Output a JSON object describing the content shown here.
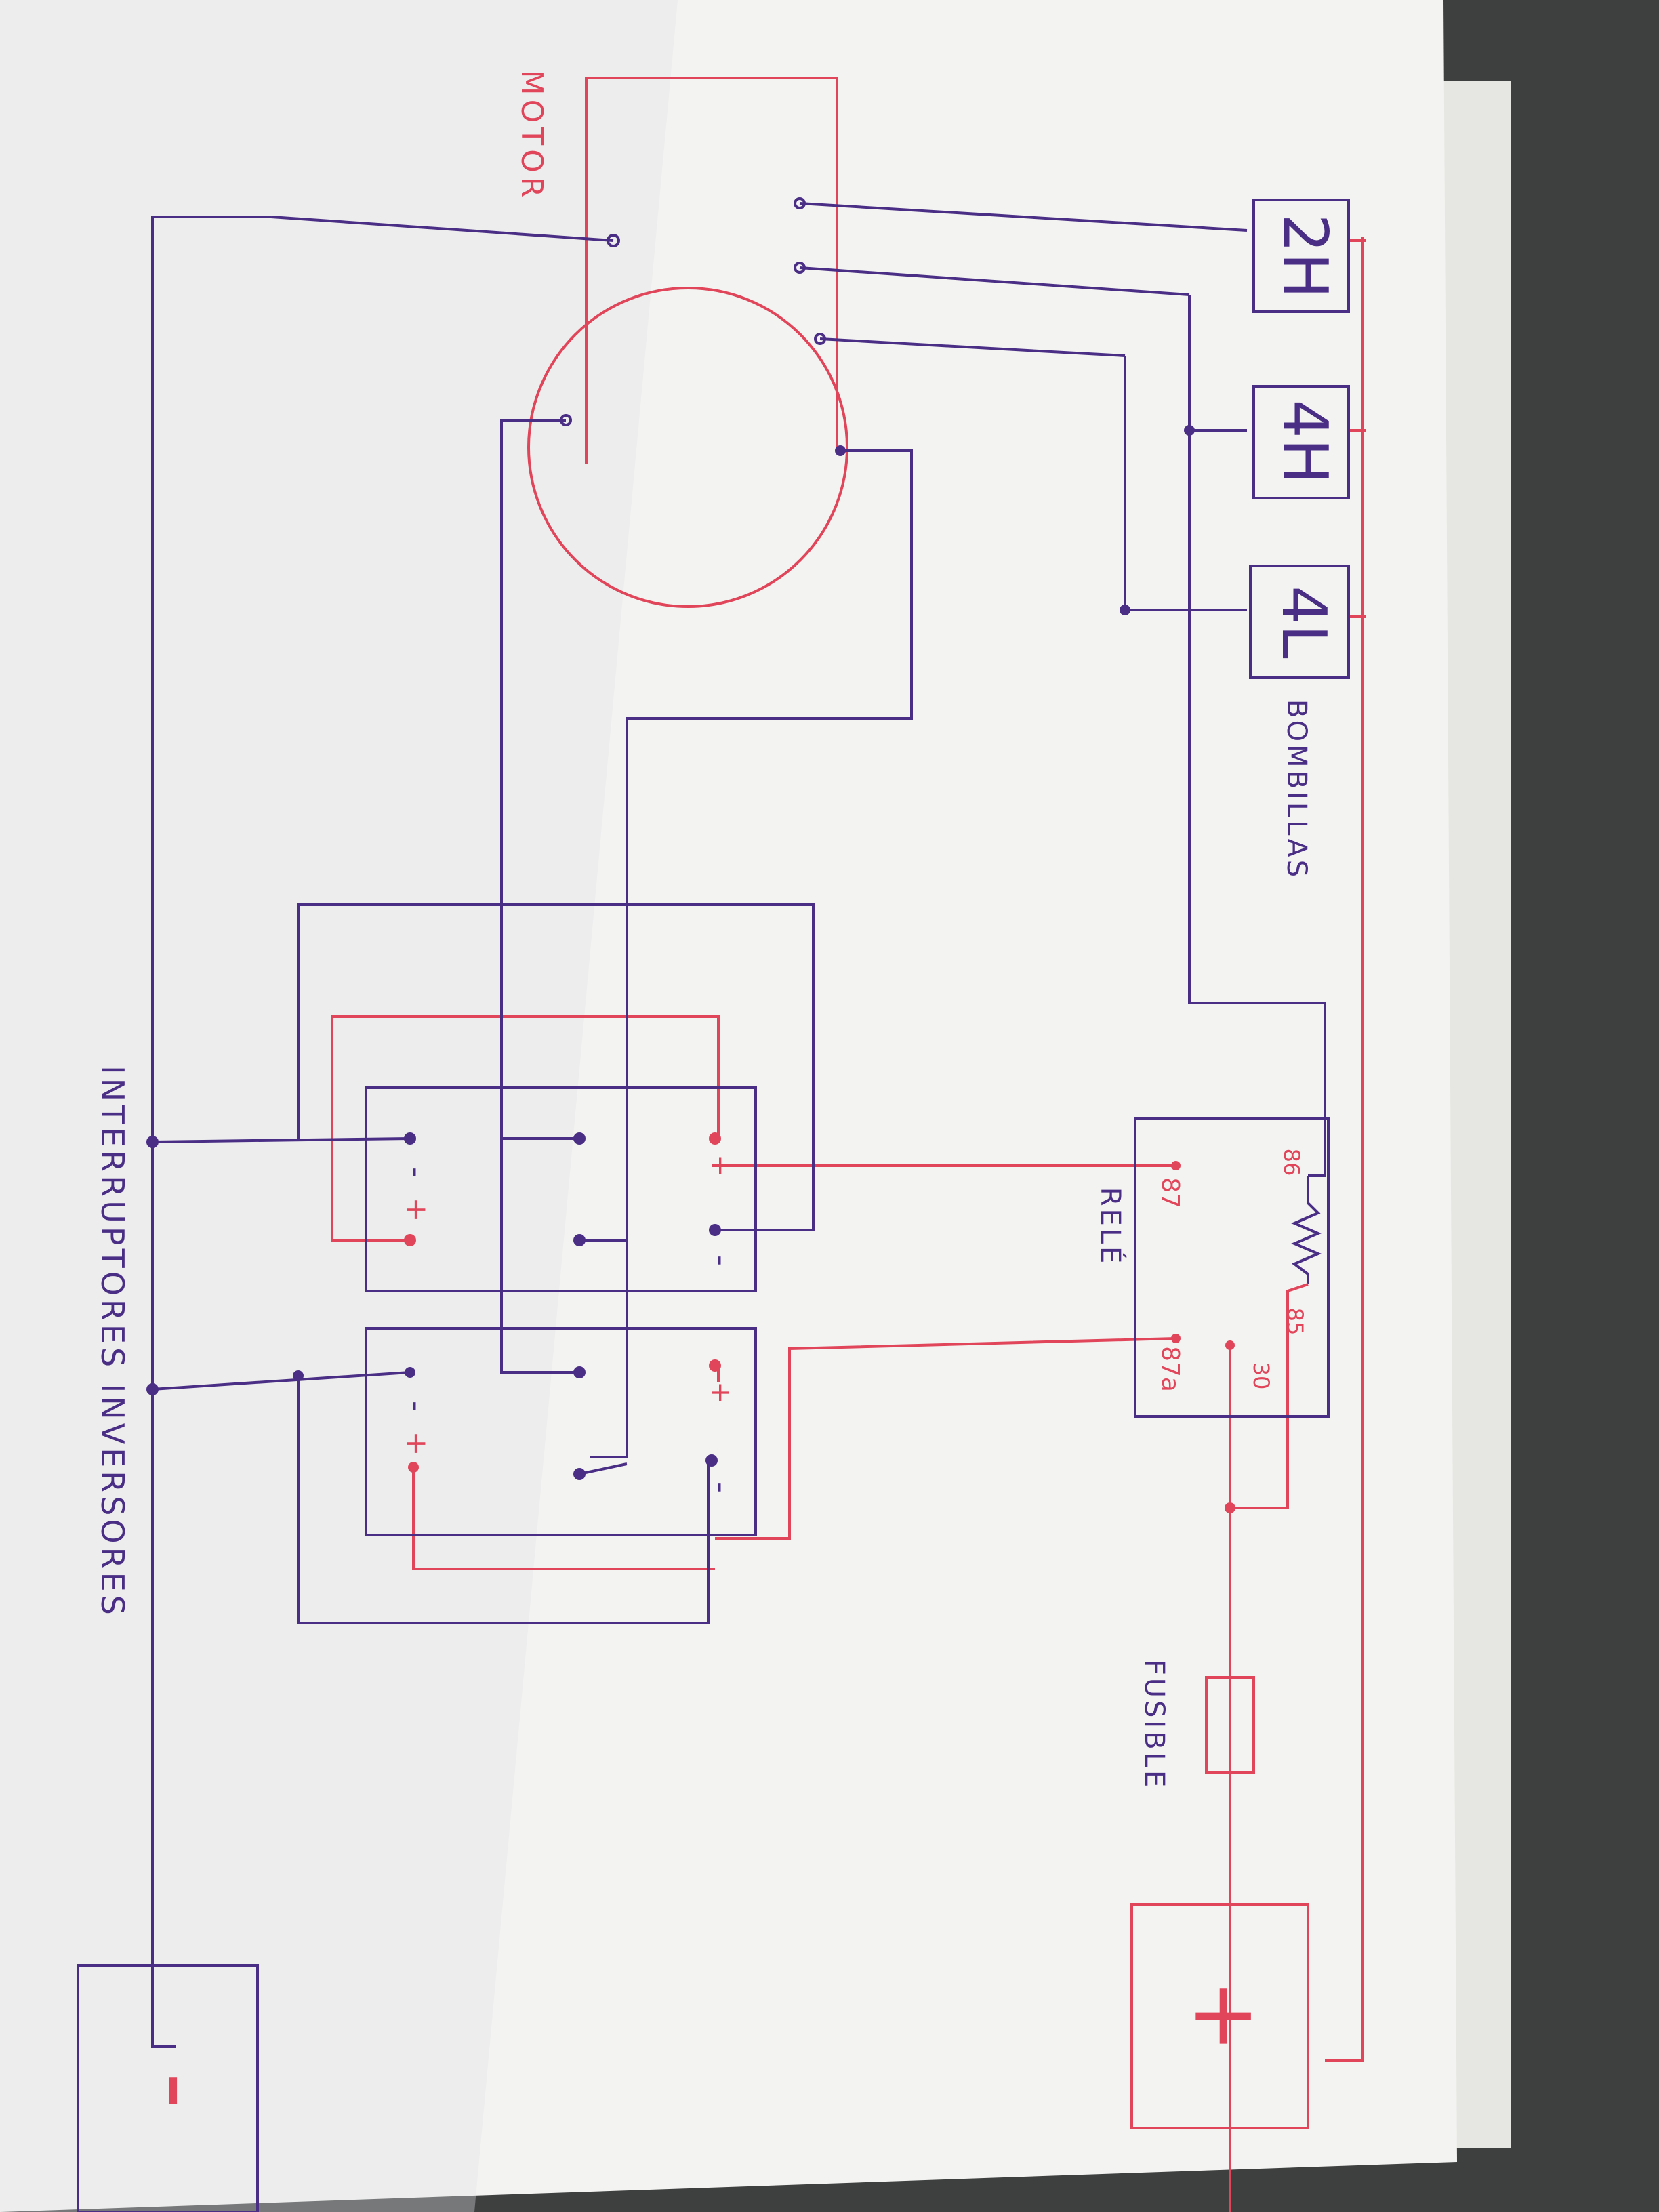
{
  "labels": {
    "motor": "MOTOR",
    "bombillas": "BOMBILLAS",
    "rele": "RELÉ",
    "fusible": "FUSIBLE",
    "interruptores": "INTERRUPTORES INVERSORES"
  },
  "bulbs": [
    "2H",
    "4H",
    "4L"
  ],
  "relay_pins": [
    "86",
    "85",
    "30",
    "87",
    "87a"
  ],
  "battery": {
    "positive": "+",
    "negative": "-"
  },
  "switch_terminals": {
    "plus": "+",
    "minus": "-"
  },
  "colors": {
    "paper": "#f4f4f2",
    "background": "#3a3d3c",
    "red_wire": "#e0455a",
    "purple_wire": "#4a2e86"
  }
}
